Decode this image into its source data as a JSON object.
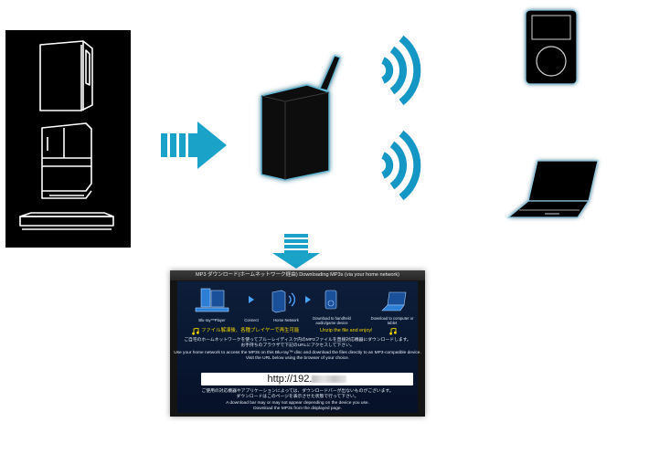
{
  "screen": {
    "title": "MP3 ダウンロード(ホームネットワーク経由)  Downloading MP3s (via your home network)",
    "steps": [
      "Blu-ray™Player",
      "Connect",
      "Home Network",
      "Download to handheld audio/game device",
      "Download to computer or tablet"
    ],
    "yellow_jp": "ファイル解凍後、各種プレイヤーで再生可能",
    "yellow_en": "Unzip the file and enjoy!",
    "jp_line1": "ご自宅のホームネットワークを使ってブルーレイディスク内のMP3ファイルを直接対応機器にダウンロードします。",
    "jp_line2": "お手持ちのブラウザで下記のURLにアクセスして下さい。",
    "en_line1": "Use your home network to access the MP3s on this Blu-ray™ disc and download the files directly to an MP3-compatible device.",
    "en_line2": "Visit the URL below using the browser of your choice.",
    "url_prefix": "http://192.",
    "note_jp1": "ご使用の対応機器やアプリケーションによっては、ダウンロードバーが出ないものがございます。",
    "note_jp2": "ダウンロードはこのページを表示させた状態で行って下さい。",
    "note_en1": "A download bar may or may not appear depending on the device you use.",
    "note_en2": "Download the MP3s from the displayed page."
  },
  "colors": {
    "arrow": "#1aa2c8",
    "wifi": "#1597c5",
    "glow": "#5fb7d6",
    "panel": "#000000",
    "yellow": "#f2d400"
  },
  "icons": [
    "game-console-icon",
    "bluray-player-icon",
    "wireless-router-icon",
    "wifi-waves-icon",
    "music-player-icon",
    "laptop-icon",
    "right-arrow-icon",
    "down-arrow-icon"
  ]
}
